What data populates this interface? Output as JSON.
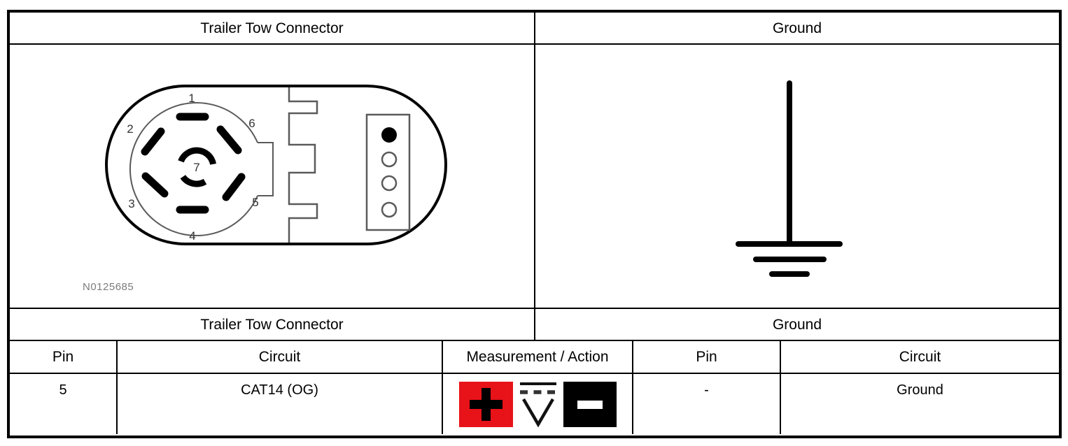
{
  "header": {
    "left_title": "Trailer Tow Connector",
    "right_title": "Ground"
  },
  "diagram": {
    "figure_label": "N0125685",
    "pin_labels": [
      "1",
      "2",
      "3",
      "4",
      "5",
      "6",
      "7"
    ]
  },
  "subheader": {
    "left_title": "Trailer Tow Connector",
    "right_title": "Ground"
  },
  "table": {
    "columns": {
      "left_pin": "Pin",
      "left_circuit": "Circuit",
      "measurement": "Measurement / Action",
      "right_pin": "Pin",
      "right_circuit": "Circuit"
    },
    "row": {
      "left_pin": "5",
      "left_circuit": "CAT14 (OG)",
      "measurement_icons": "positive-lead, voltmeter, negative-lead",
      "plus_symbol": "+",
      "voltmeter_letter": "V",
      "minus_symbol": "-",
      "right_pin": "-",
      "right_circuit": "Ground"
    }
  },
  "colors": {
    "positive_red": "#e81219",
    "ink": "#000000",
    "thin_line": "#5a5a5a",
    "figure_label_gray": "#7c7c7c"
  }
}
